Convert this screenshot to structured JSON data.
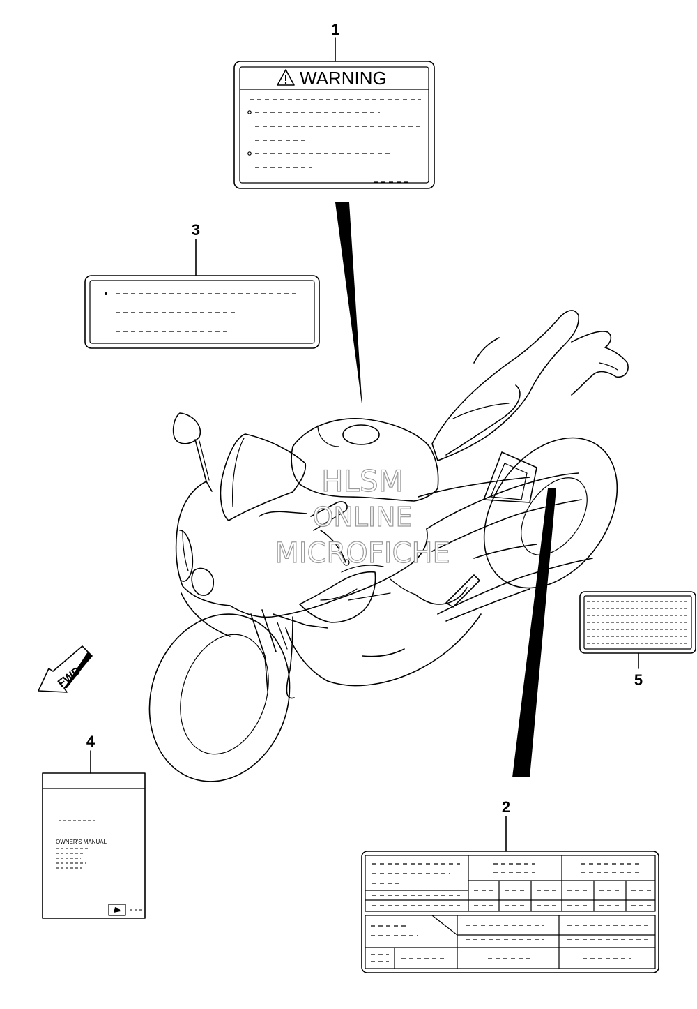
{
  "callouts": {
    "c1": "1",
    "c2": "2",
    "c3": "3",
    "c4": "4",
    "c5": "5"
  },
  "warning_label": {
    "title": "WARNING",
    "icon": "warning-triangle-icon"
  },
  "manual": {
    "title": "OWNER'S MANUAL",
    "logo": "suzuki-s-logo-icon"
  },
  "fwd_arrow": {
    "text": "FWD"
  },
  "watermark": {
    "line1": "HLSM",
    "line2": "ONLINE",
    "line3": "MICROFICHE"
  }
}
